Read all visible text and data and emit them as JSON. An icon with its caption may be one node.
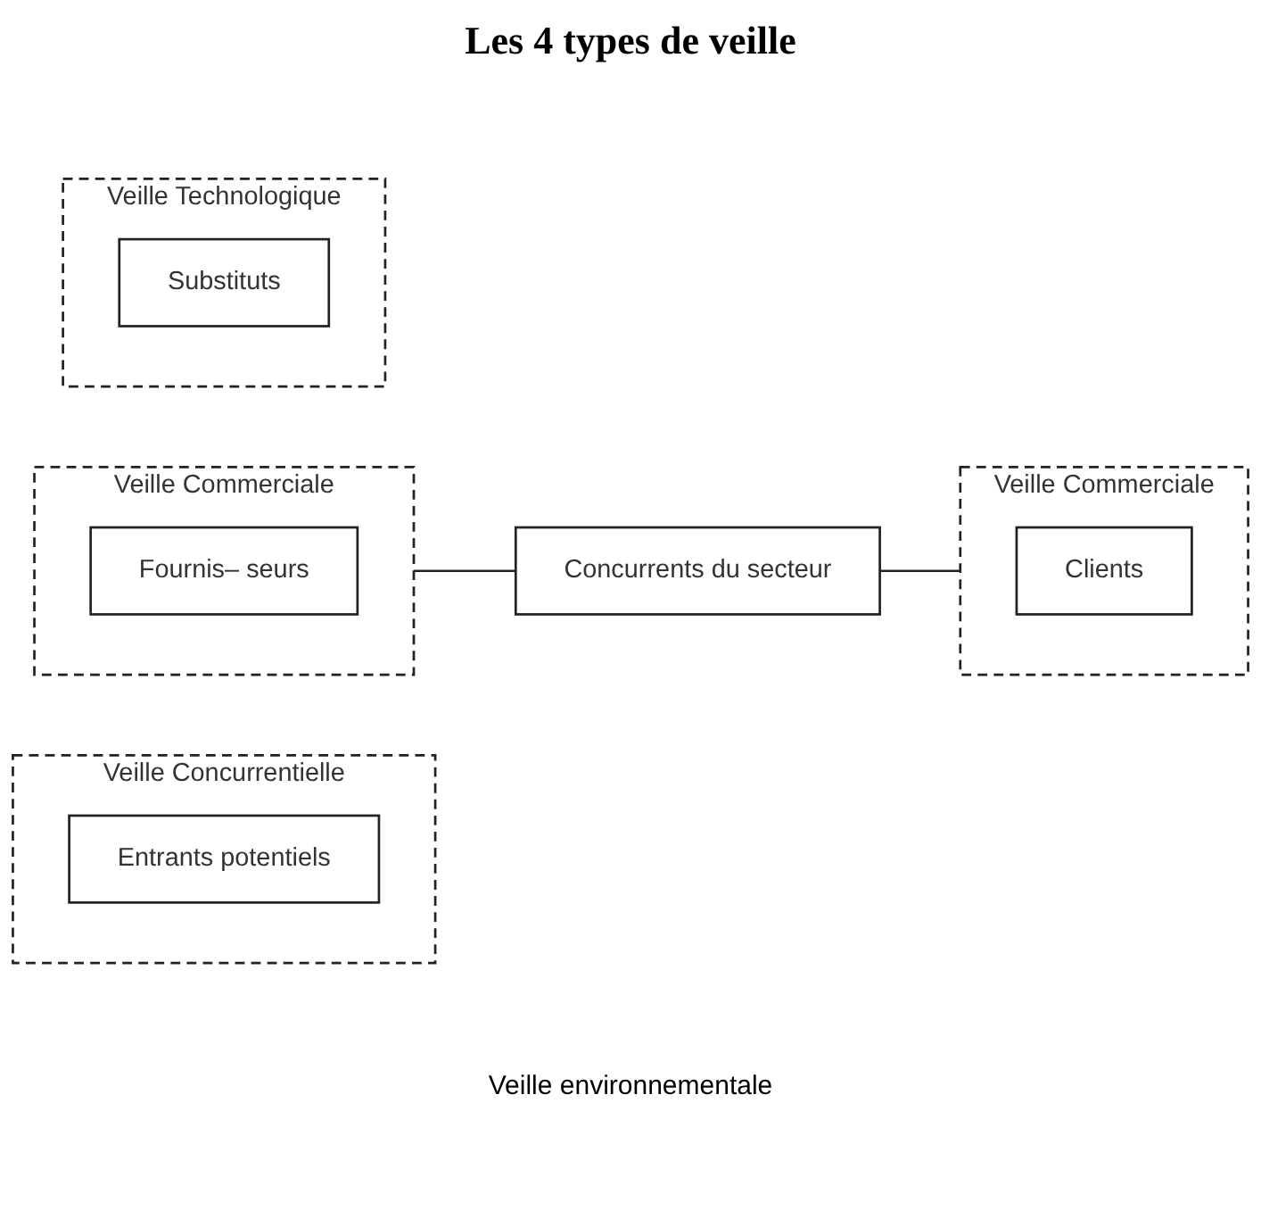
{
  "diagram": {
    "title": "Les 4 types de veille",
    "nodes": [
      {
        "text": [
          "Veille Concurrentielle"
        ]
      },
      {
        "text": [
          "Entrants potentiels"
        ],
        "in": 0
      },
      {
        "text": [
          "Veille Commerciale"
        ]
      },
      {
        "text": [
          "Fournis– seurs"
        ],
        "in": 2
      },
      {
        "text": [
          "Veille Technologique"
        ]
      },
      {
        "text": [
          "Concurrents du secteur"
        ]
      },
      {
        "text": [
          "Veille Commerciale"
        ]
      },
      {
        "text": [
          "Clients"
        ],
        "in": 6
      },
      {
        "text": [
          "Substituts"
        ],
        "in": 4
      }
    ],
    "edges": [
      {
        "from": 2,
        "to": 5,
        "arrow": "none"
      },
      {
        "from": 5,
        "to": 6,
        "arrow": "none"
      }
    ],
    "labels": [
      "Veille environnementale"
    ]
  }
}
